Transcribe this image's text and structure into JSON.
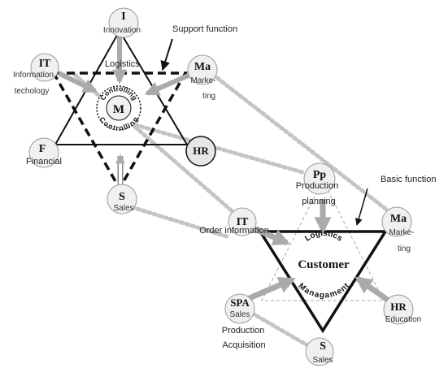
{
  "left": {
    "center_letter": "M",
    "ring_top": "Controlling",
    "ring_bottom": "Controlling",
    "title_logistics": "Logistics",
    "support_label": "Support function",
    "nodes": {
      "I": {
        "letter": "I",
        "sub": "Innovation"
      },
      "IT": {
        "letter": "IT",
        "l1": "Information",
        "l2": "techology"
      },
      "Ma": {
        "letter": "Ma",
        "l1": "Marke-",
        "l2": "ting"
      },
      "F": {
        "letter": "F",
        "sub": "Financial"
      },
      "HR": {
        "letter": "HR"
      },
      "S": {
        "letter": "S",
        "sub": "Sales"
      }
    }
  },
  "right": {
    "center_word": "Customer",
    "ring_top": "Logistics",
    "ring_bottom": "Managament",
    "basic_label": "Basic function",
    "nodes": {
      "Pp": {
        "letter": "Pp",
        "l1": "Production",
        "l2": "planning"
      },
      "IT": {
        "letter": "IT",
        "sub": "Order information"
      },
      "Ma": {
        "letter": "Ma",
        "l1": "Marke-",
        "l2": "ting"
      },
      "SPA": {
        "letter": "SPA",
        "sub": "Sales",
        "l1": "Production",
        "l2": "Acquisition"
      },
      "HR": {
        "letter": "HR",
        "sub": "Education"
      },
      "S": {
        "letter": "S",
        "sub": "Sales"
      }
    }
  },
  "colors": {
    "ink": "#111111",
    "node_fill": "#f0f0f0",
    "node_stroke": "#9a9a9a",
    "arrow": "#aaaaaa",
    "dotted": "#c4c4c4",
    "dashed_tri": "#aaaaaa"
  }
}
